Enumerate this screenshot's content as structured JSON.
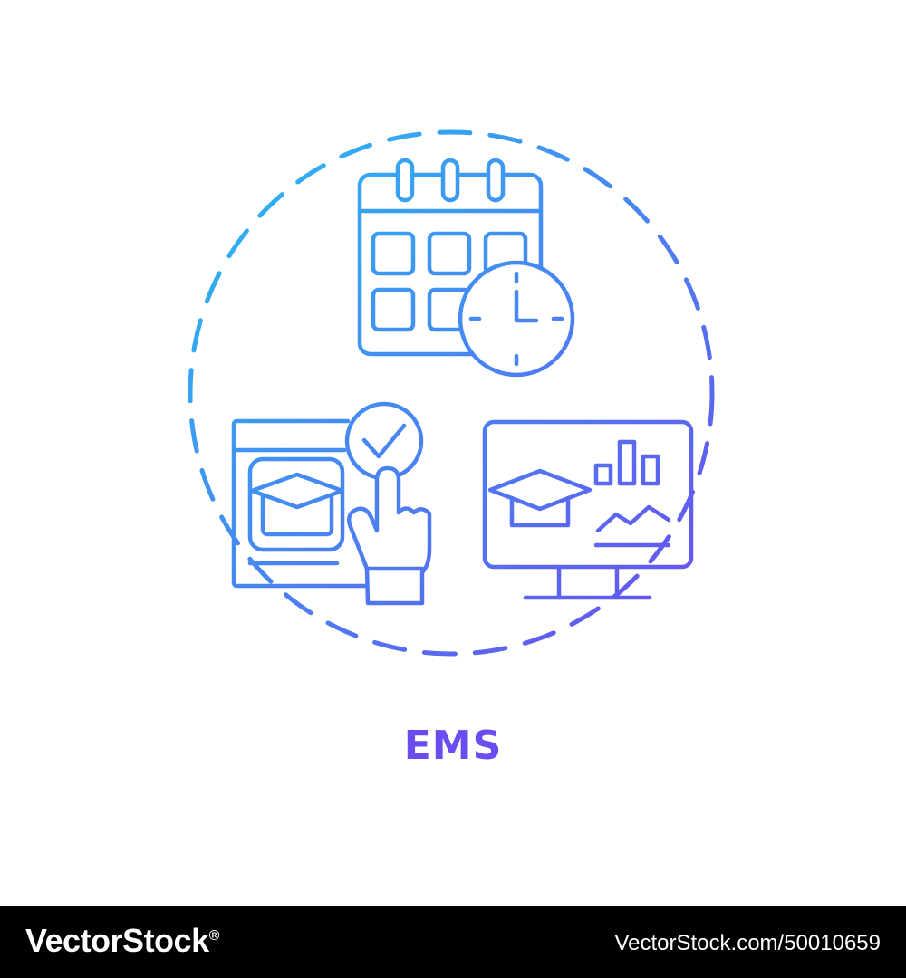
{
  "illustration": {
    "title": "EMS",
    "gradient_start": "#27bdf2",
    "gradient_end": "#6a4cf0",
    "icons": [
      "calendar-icon",
      "clock-icon",
      "enrollment-click-icon",
      "graduation-cap-icon",
      "monitor-analytics-icon"
    ]
  },
  "footer": {
    "brand": "VectorStock",
    "trademark": "®",
    "url": "VectorStock.com/50010659"
  }
}
